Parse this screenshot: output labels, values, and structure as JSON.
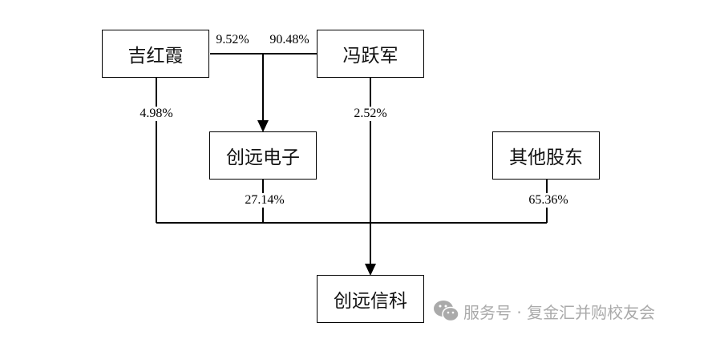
{
  "nodes": {
    "ji": "吉红霞",
    "feng": "冯跃军",
    "cydz": "创远电子",
    "others": "其他股东",
    "cyxk": "创远信科"
  },
  "edges": {
    "ji_to_cydz": "9.52%",
    "feng_to_cydz": "90.48%",
    "ji_to_cyxk": "4.98%",
    "feng_to_cyxk": "2.52%",
    "cydz_to_cyxk": "27.14%",
    "others_to_cyxk": "65.36%"
  },
  "watermark": {
    "icon": "wechat-icon",
    "text": "服务号 · 复金汇并购校友会"
  }
}
